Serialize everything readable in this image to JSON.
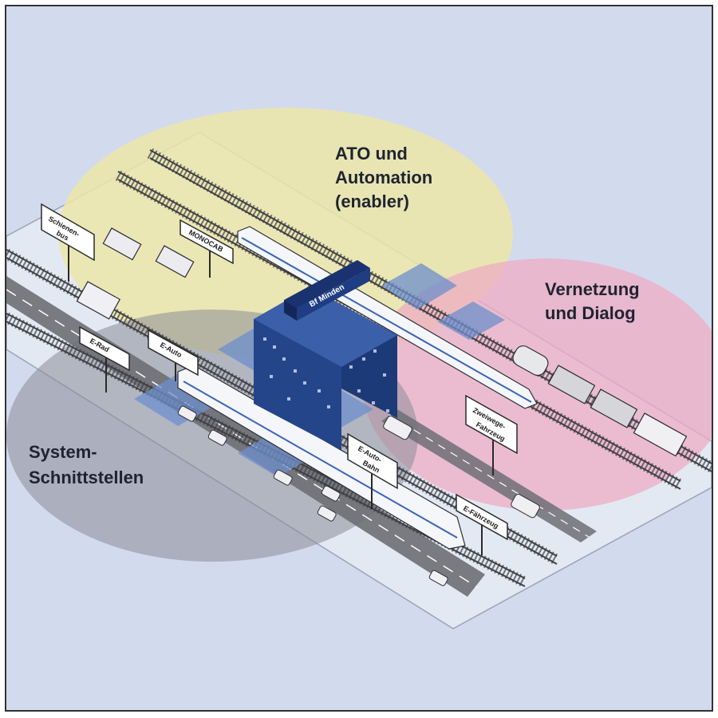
{
  "colors": {
    "background": "#d2daee",
    "zone_ato": "#ece6a8",
    "zone_vernetzung": "#eeacc3",
    "zone_system": "#8a8c98",
    "building": "#1d3a78",
    "digital_network": "#6d8fcc",
    "track": "#4a4a4a"
  },
  "zones": {
    "ato": {
      "line1": "ATO und",
      "line2": "Automation",
      "line3": "(enabler)"
    },
    "vernetzung": {
      "line1": "Vernetzung",
      "line2": "und Dialog"
    },
    "system": {
      "line1": "System-",
      "line2": "Schnittstellen"
    }
  },
  "station": {
    "name": "Bf Minden"
  },
  "signs": {
    "schienenbus": {
      "line1": "Schienen-",
      "line2": "bus"
    },
    "monocab": {
      "line1": "MONOCAB"
    },
    "e_rad": {
      "line1": "E-Rad"
    },
    "e_auto": {
      "line1": "E-Auto"
    },
    "e_auto_bahn": {
      "line1": "E-Auto-",
      "line2": "Bahn"
    },
    "zweiwege": {
      "line1": "Zweiwege-",
      "line2": "Fahrzeug"
    },
    "e_faehrzeug": {
      "line1": "E-Fährzeug"
    }
  }
}
